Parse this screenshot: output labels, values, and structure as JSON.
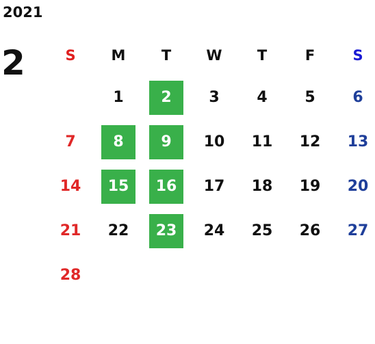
{
  "year": "2021",
  "month": "2",
  "colors": {
    "sunday": "#e02828",
    "saturday": "#1f3f9a",
    "saturday_header": "#1a1ad4",
    "highlight_bg": "#39b04a",
    "highlight_text": "#ffffff",
    "text": "#111111"
  },
  "weekdays": [
    "S",
    "M",
    "T",
    "W",
    "T",
    "F",
    "S"
  ],
  "days": [
    {
      "label": "1",
      "highlight": false
    },
    {
      "label": "2",
      "highlight": true
    },
    {
      "label": "3",
      "highlight": false
    },
    {
      "label": "4",
      "highlight": false
    },
    {
      "label": "5",
      "highlight": false
    },
    {
      "label": "6",
      "highlight": false
    },
    {
      "label": "7",
      "highlight": false
    },
    {
      "label": "8",
      "highlight": true
    },
    {
      "label": "9",
      "highlight": true
    },
    {
      "label": "10",
      "highlight": false
    },
    {
      "label": "11",
      "highlight": false
    },
    {
      "label": "12",
      "highlight": false
    },
    {
      "label": "13",
      "highlight": false
    },
    {
      "label": "14",
      "highlight": false
    },
    {
      "label": "15",
      "highlight": true
    },
    {
      "label": "16",
      "highlight": true
    },
    {
      "label": "17",
      "highlight": false
    },
    {
      "label": "18",
      "highlight": false
    },
    {
      "label": "19",
      "highlight": false
    },
    {
      "label": "20",
      "highlight": false
    },
    {
      "label": "21",
      "highlight": false
    },
    {
      "label": "22",
      "highlight": false
    },
    {
      "label": "23",
      "highlight": true
    },
    {
      "label": "24",
      "highlight": false
    },
    {
      "label": "25",
      "highlight": false
    },
    {
      "label": "26",
      "highlight": false
    },
    {
      "label": "27",
      "highlight": false
    },
    {
      "label": "28",
      "highlight": false
    }
  ],
  "first_weekday_index": 1
}
